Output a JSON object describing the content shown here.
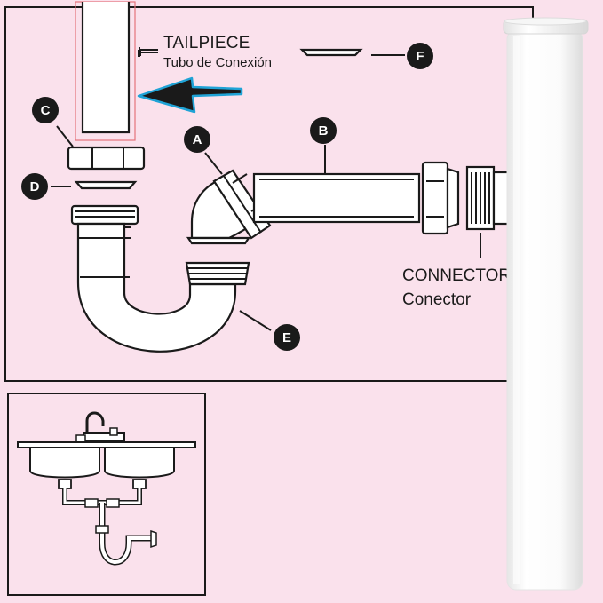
{
  "labels": {
    "tailpiece_en": "TAILPIECE",
    "tailpiece_es": "Tubo de Conexión",
    "connector_en": "CONNECTOR",
    "connector_es": "Conector"
  },
  "badges": {
    "a": "A",
    "b": "B",
    "c": "C",
    "d": "D",
    "e": "E",
    "f": "F"
  },
  "colors": {
    "background": "#fae1ec",
    "outline": "#1a1a1a",
    "arrow_stroke": "#1fa3d6",
    "highlight_box": "#e4737b",
    "pipe_white": "#ffffff"
  },
  "icons": {
    "arrow": "left-arrow-icon",
    "sink": "double-sink-icon"
  }
}
